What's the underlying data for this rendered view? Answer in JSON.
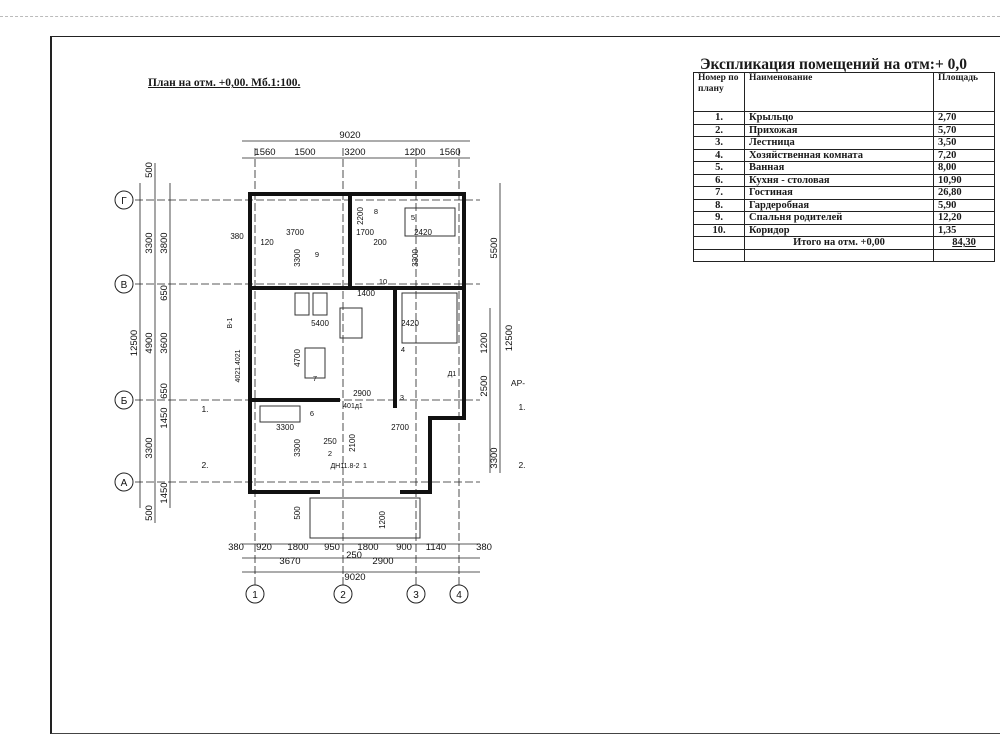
{
  "plan": {
    "title": "План на отм. +0,00. Мб.1:100.",
    "overall_top": "9020",
    "overall_bottom": "9020",
    "top_dims": [
      "1560",
      "1500",
      "3200",
      "1200",
      "1560"
    ],
    "bottom_dims": [
      "380",
      "920",
      "1800",
      "950",
      "1800",
      "900",
      "1140",
      "380"
    ],
    "bottom_sub": [
      "3670",
      "250",
      "2900"
    ],
    "left_overall": "12500",
    "left_dims": [
      "500",
      "3300",
      "3800",
      "650",
      "4900",
      "3600",
      "650",
      "1450",
      "3300",
      "1450",
      "500"
    ],
    "right_dims": [
      "5500",
      "12500",
      "1200",
      "2500",
      "3300"
    ],
    "axes_letters": [
      "Г",
      "В",
      "Б",
      "А"
    ],
    "axes_numbers": [
      "1",
      "2",
      "3",
      "4"
    ],
    "section_marks": [
      "1.",
      "2.",
      "1.",
      "2."
    ],
    "ap_mark": "АР-",
    "room_numbers": [
      "1",
      "2",
      "3",
      "4",
      "5",
      "6",
      "7",
      "8",
      "9",
      "10"
    ],
    "room_dims": [
      "3700",
      "1700",
      "2200",
      "2420",
      "3300",
      "3300",
      "1400",
      "5400",
      "2420",
      "4700",
      "3300",
      "2700",
      "2900",
      "3300",
      "2100",
      "1200",
      "380",
      "120",
      "200",
      "250",
      "500"
    ],
    "marks": [
      "В-1",
      "4021.4021",
      "401д1",
      "ДН11.8-2",
      "Д1"
    ]
  },
  "explication": {
    "title": "Экспликация помещений на отм:+ 0,0",
    "headers": [
      "Номер по плану",
      "Наименование",
      "Площадь"
    ],
    "rows": [
      {
        "num": "1.",
        "name": "Крыльцо",
        "area": "2,70"
      },
      {
        "num": "2.",
        "name": "Прихожая",
        "area": "5,70"
      },
      {
        "num": "3.",
        "name": "Лестница",
        "area": "3,50"
      },
      {
        "num": "4.",
        "name": "Хозяйственная комната",
        "area": "7,20"
      },
      {
        "num": "5.",
        "name": "Ванная",
        "area": "8,00"
      },
      {
        "num": "6.",
        "name": "Кухня - столовая",
        "area": "10,90"
      },
      {
        "num": "7.",
        "name": "Гостиная",
        "area": "26,80"
      },
      {
        "num": "8.",
        "name": "Гардеробная",
        "area": "5,90"
      },
      {
        "num": "9.",
        "name": "Спальня родителей",
        "area": "12,20"
      },
      {
        "num": "10.",
        "name": "Коридор",
        "area": "1,35"
      }
    ],
    "total_label": "Итого на отм. +0,00",
    "total_value": "84,30"
  }
}
